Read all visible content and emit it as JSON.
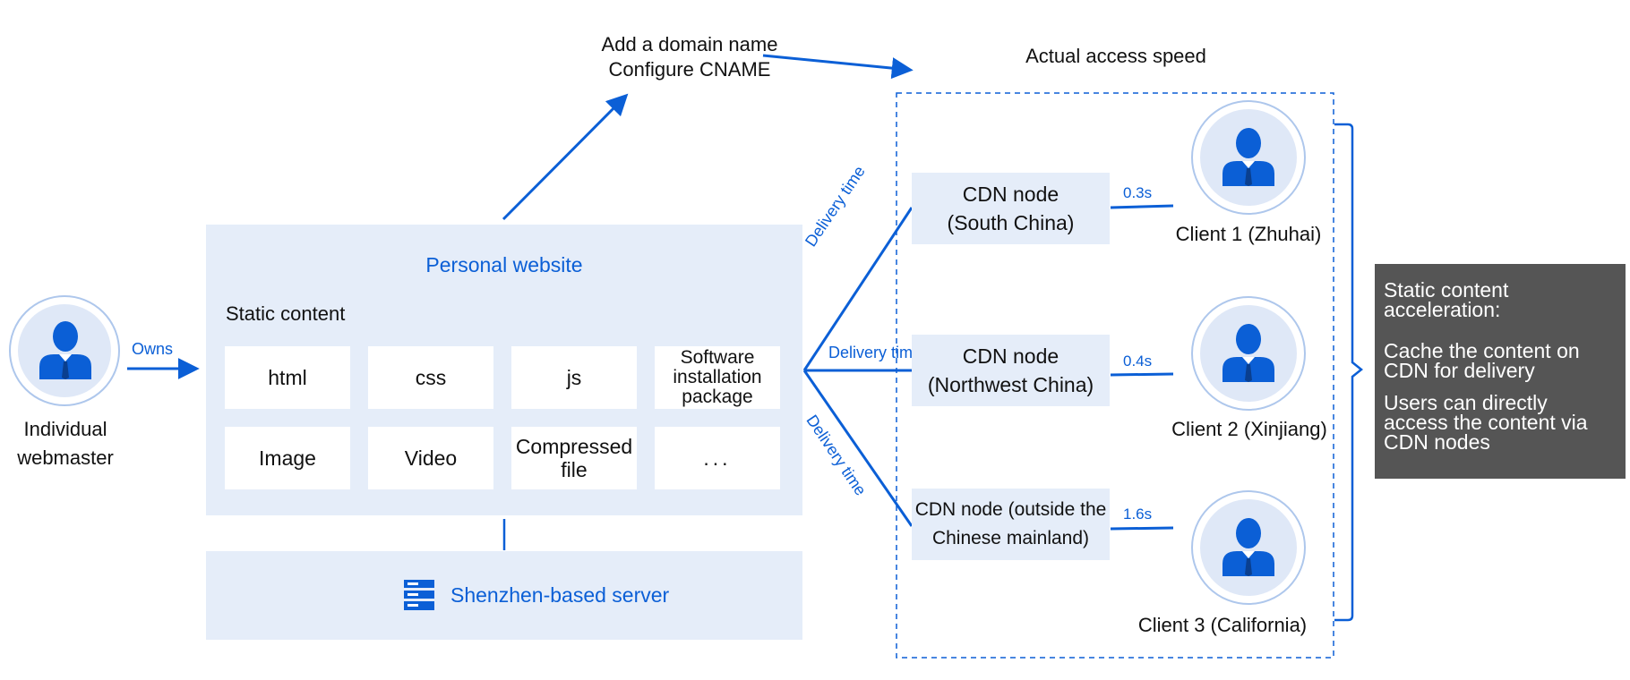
{
  "webmaster": {
    "label_line1": "Individual",
    "label_line2": "webmaster"
  },
  "owns_label": "Owns",
  "website": {
    "title": "Personal website",
    "section_label": "Static content",
    "tiles": [
      "html",
      "css",
      "js",
      "Software installation package",
      "Image",
      "Video",
      "Compressed file",
      "..."
    ]
  },
  "server": {
    "label": "Shenzhen-based server",
    "icon": "server-icon"
  },
  "domain_step": {
    "line1": "Add a domain name",
    "line2": "Configure CNAME"
  },
  "speed_title": "Actual access speed",
  "delivery_labels": [
    "Delivery time",
    "Delivery time",
    "Delivery time"
  ],
  "cdn_nodes": [
    {
      "line1": "CDN node",
      "line2": "(South China)"
    },
    {
      "line1": "CDN node",
      "line2": "(Northwest China)"
    },
    {
      "line1": "CDN node (outside the",
      "line2": "Chinese mainland)"
    }
  ],
  "latencies": [
    "0.3s",
    "0.4s",
    "1.6s"
  ],
  "clients": [
    "Client 1 (Zhuhai)",
    "Client 2 (Xinjiang)",
    "Client 3 (California)"
  ],
  "note": {
    "para1": "Static content acceleration:",
    "para2": "Cache the content on CDN for delivery",
    "para3": "Users can directly access the content via CDN nodes"
  },
  "colors": {
    "accent": "#0b5fd6",
    "panel": "#e5edf9",
    "note_bg": "#555555"
  }
}
